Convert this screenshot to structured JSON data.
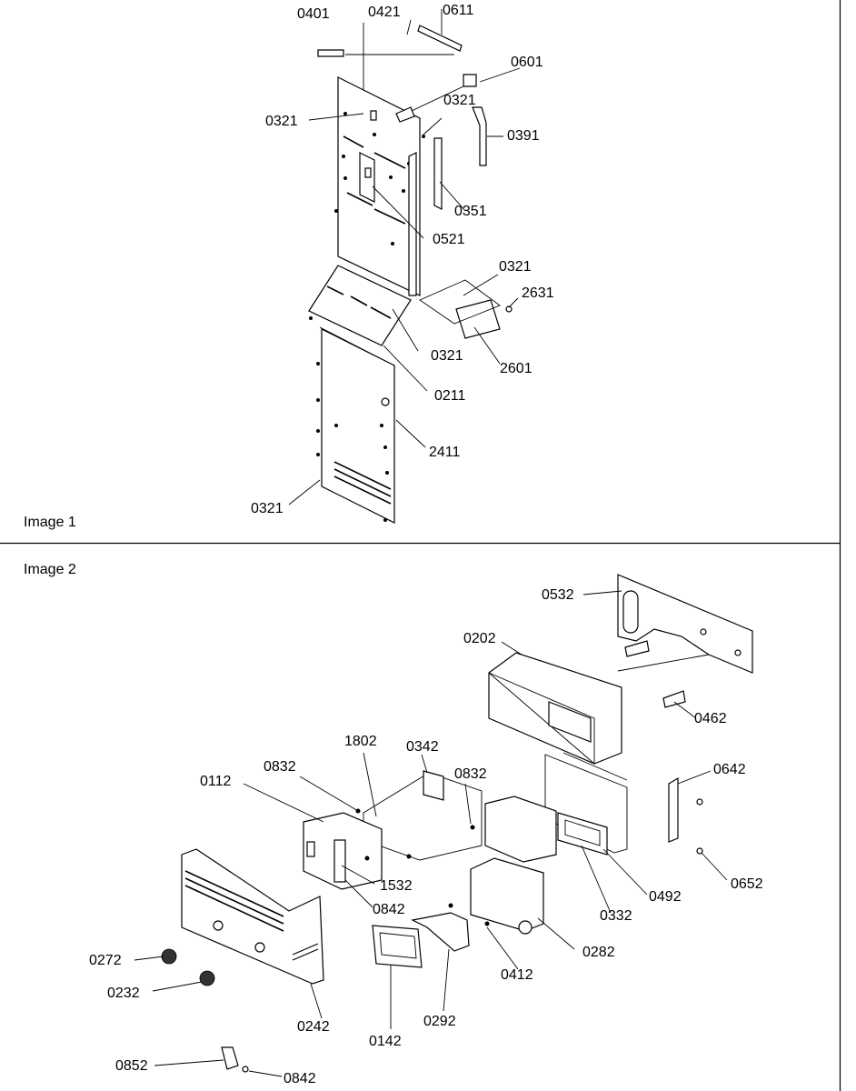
{
  "panels": [
    {
      "label": "Image 1"
    },
    {
      "label": "Image 2"
    }
  ],
  "callouts_image1": [
    "0401",
    "0421",
    "0611",
    "0601",
    "0321",
    "0321",
    "0391",
    "0351",
    "0521",
    "0321",
    "2631",
    "2601",
    "0321",
    "0211",
    "2411",
    "0321"
  ],
  "callouts_image2": [
    "0532",
    "0202",
    "0462",
    "0642",
    "0652",
    "1802",
    "0342",
    "0832",
    "0832",
    "0112",
    "1532",
    "0842",
    "0332",
    "0492",
    "0282",
    "0412",
    "0272",
    "0232",
    "0242",
    "0142",
    "0292",
    "0852",
    "0842"
  ]
}
